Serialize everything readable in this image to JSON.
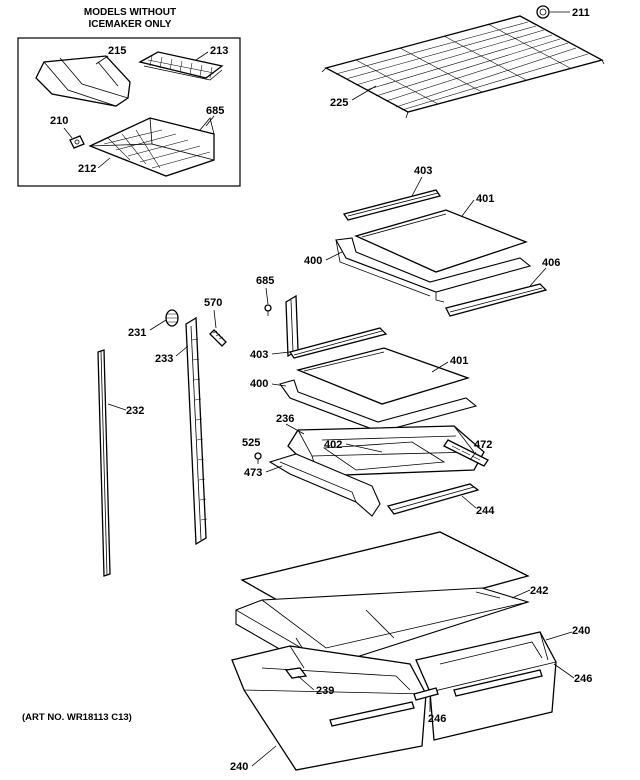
{
  "inset_box": {
    "title_line1": "MODELS WITHOUT",
    "title_line2": "ICEMAKER ONLY"
  },
  "art_number": "(ART NO. WR18113 C13)",
  "callouts": {
    "c215": "215",
    "c213": "213",
    "c685a": "685",
    "c210": "210",
    "c212": "212",
    "c211": "211",
    "c225": "225",
    "c403a": "403",
    "c401a": "401",
    "c400a": "400",
    "c406": "406",
    "c685b": "685",
    "c570": "570",
    "c231": "231",
    "c233": "233",
    "c232": "232",
    "c403b": "403",
    "c401b": "401",
    "c400b": "400",
    "c236": "236",
    "c525": "525",
    "c473": "473",
    "c402": "402",
    "c472": "472",
    "c244": "244",
    "c242": "242",
    "c240a": "240",
    "c246a": "246",
    "c239": "239",
    "c246b": "246",
    "c240b": "240"
  }
}
